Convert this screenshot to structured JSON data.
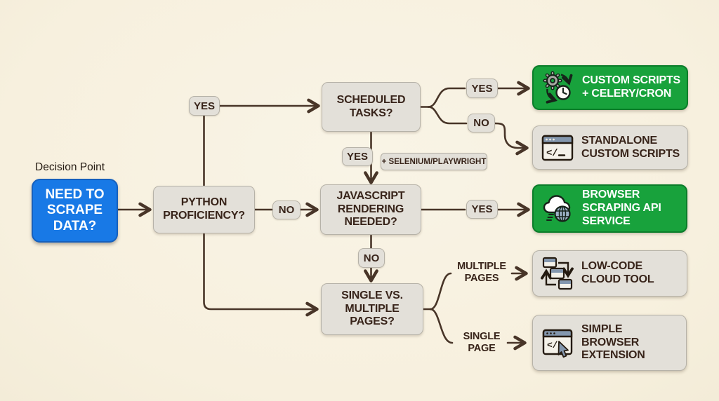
{
  "annotation": "Decision Point",
  "palette": {
    "background": "#f8f2e2",
    "line": "#483528",
    "box_fill": "#e3e0d9",
    "box_border": "#b6b2a8",
    "text_dark": "#38241a",
    "green": "#18a23c",
    "green_border": "#0b7d2a",
    "blue": "#1879e6",
    "blue_border": "#1660bd",
    "white_text": "#ffffff"
  },
  "nodes": {
    "start": "NEED TO SCRAPE DATA?",
    "python": "PYTHON PROFICIENCY?",
    "scheduled": "SCHEDULED TASKS?",
    "javascript": "JAVASCRIPT RENDERING NEEDED?",
    "pages": "SINGLE VS. MULTIPLE PAGES?"
  },
  "edge_labels": {
    "python_yes": "YES",
    "python_no": "NO",
    "scheduled_down_yes": "YES",
    "selenium_note": "+ SELENIUM/PLAYWRIGHT",
    "scheduled_yes": "YES",
    "scheduled_no": "NO",
    "js_yes": "YES",
    "js_no": "NO",
    "pages_multiple": "MULTIPLE PAGES",
    "pages_single": "SINGLE PAGE"
  },
  "results": {
    "celery": {
      "label": "CUSTOM SCRIPTS + CELERY/CRON",
      "style": "green",
      "icon": "gear-clock-cycle-icon"
    },
    "standalone": {
      "label": "STANDALONE CUSTOM SCRIPTS",
      "style": "gray",
      "icon": "code-window-icon"
    },
    "api": {
      "label": "BROWSER SCRAPING API SERVICE",
      "style": "green",
      "icon": "cloud-globe-icon"
    },
    "lowcode": {
      "label": "LOW-CODE CLOUD TOOL",
      "style": "gray",
      "icon": "workflow-windows-icon"
    },
    "extension": {
      "label": "SIMPLE BROWSER EXTENSION",
      "style": "gray",
      "icon": "browser-cursor-icon"
    }
  }
}
